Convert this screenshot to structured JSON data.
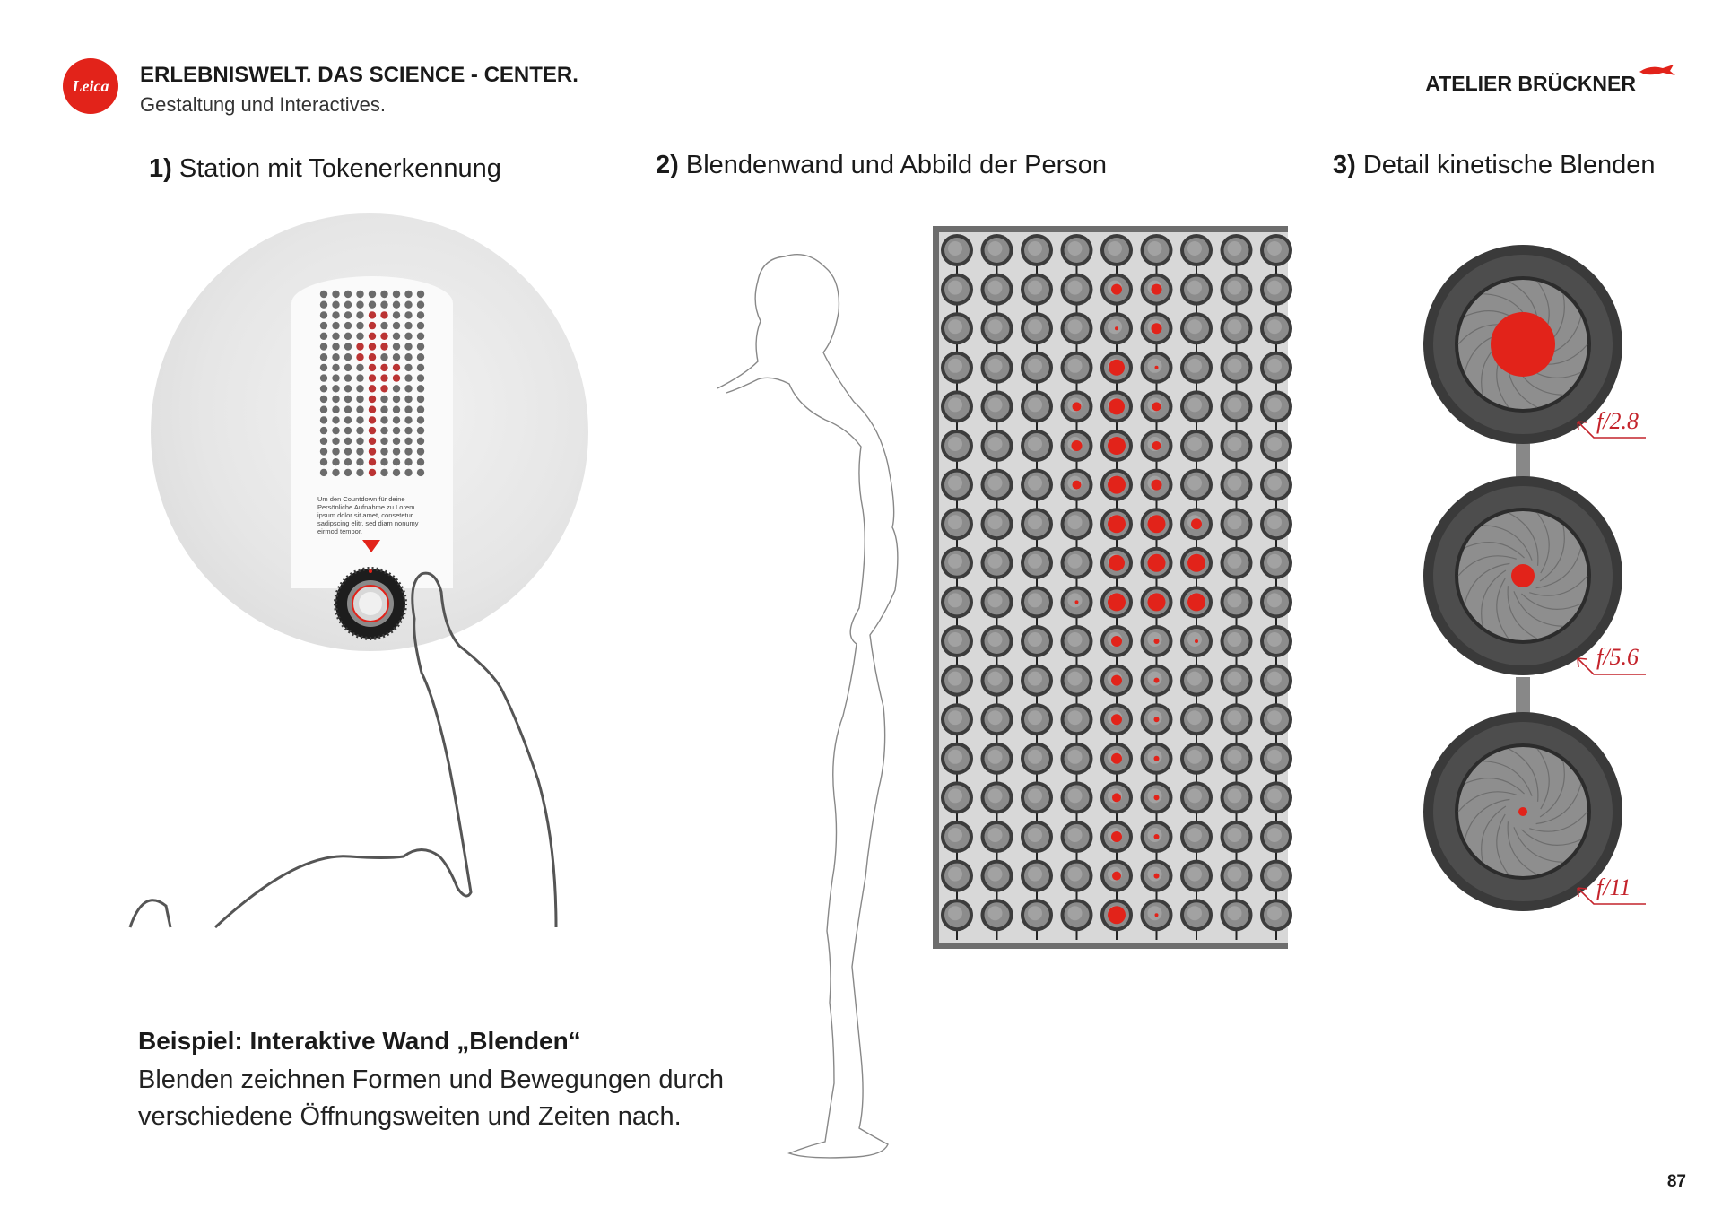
{
  "header": {
    "logo_text": "Leica",
    "title": "ERLEBNISWELT. DAS SCIENCE - CENTER.",
    "subtitle": "Gestaltung und Interactives.",
    "brand": "ATELIER BRÜCKNER"
  },
  "sections": [
    {
      "number": "1)",
      "label": "Station mit Tokenerkennung"
    },
    {
      "number": "2)",
      "label": "Blendenwand und Abbild der Person"
    },
    {
      "number": "3)",
      "label": "Detail kinetische Blenden"
    }
  ],
  "station": {
    "instruction": "Um den Countdown für deine Persönliche Aufnahme zu Lorem ipsum dolor sit amet, consetetur sadipscing elitr, sed diam nonumy eirmod tempor."
  },
  "apertures": [
    {
      "label": "f/2.8",
      "opening": 0.36
    },
    {
      "label": "f/5.6",
      "opening": 0.13
    },
    {
      "label": "f/11",
      "opening": 0.05
    }
  ],
  "example": {
    "title": "Beispiel: Interaktive Wand „Blenden“",
    "body": "Blenden zeichnen Formen und Bewegungen durch verschiedene Öffnungsweiten und Zeiten nach."
  },
  "page_number": "87",
  "colors": {
    "accent": "#e2231a",
    "fstop": "#c4232b",
    "wall": "#6d6d6d"
  }
}
